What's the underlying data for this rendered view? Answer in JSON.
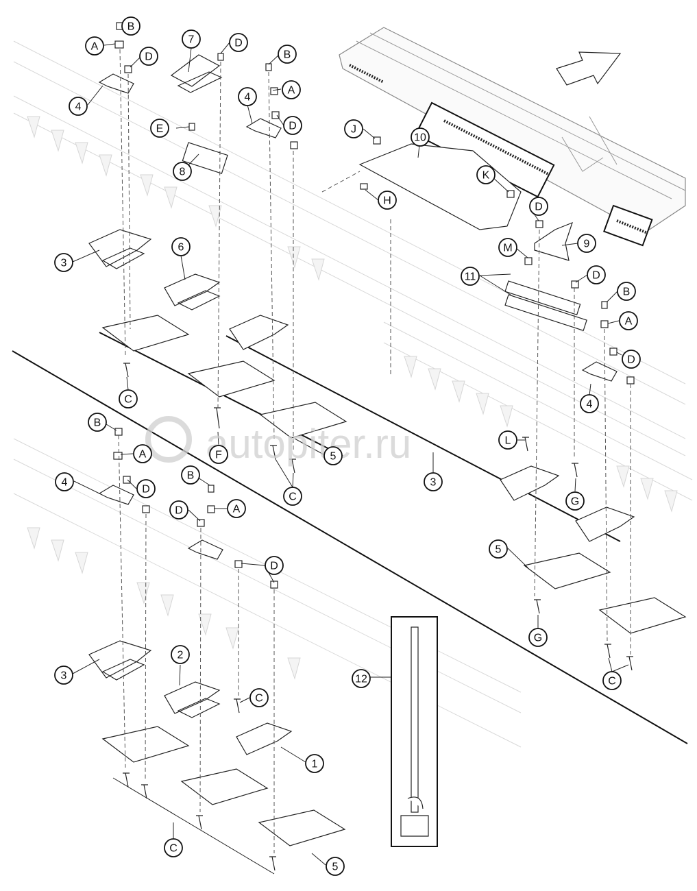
{
  "watermark": "autopiter.ru",
  "callouts": {
    "A": "A",
    "B": "B",
    "C": "C",
    "D": "D",
    "E": "E",
    "F": "F",
    "G": "G",
    "H": "H",
    "J": "J",
    "K": "K",
    "L": "L",
    "M": "M",
    "n1": "1",
    "n2": "2",
    "n3": "3",
    "n4": "4",
    "n5": "5",
    "n6": "6",
    "n7": "7",
    "n8": "8",
    "n9": "9",
    "n10": "10",
    "n11": "11",
    "n12": "12"
  },
  "colors": {
    "line": "#111111",
    "ghost": "#d8d8d8",
    "background": "#ffffff"
  }
}
